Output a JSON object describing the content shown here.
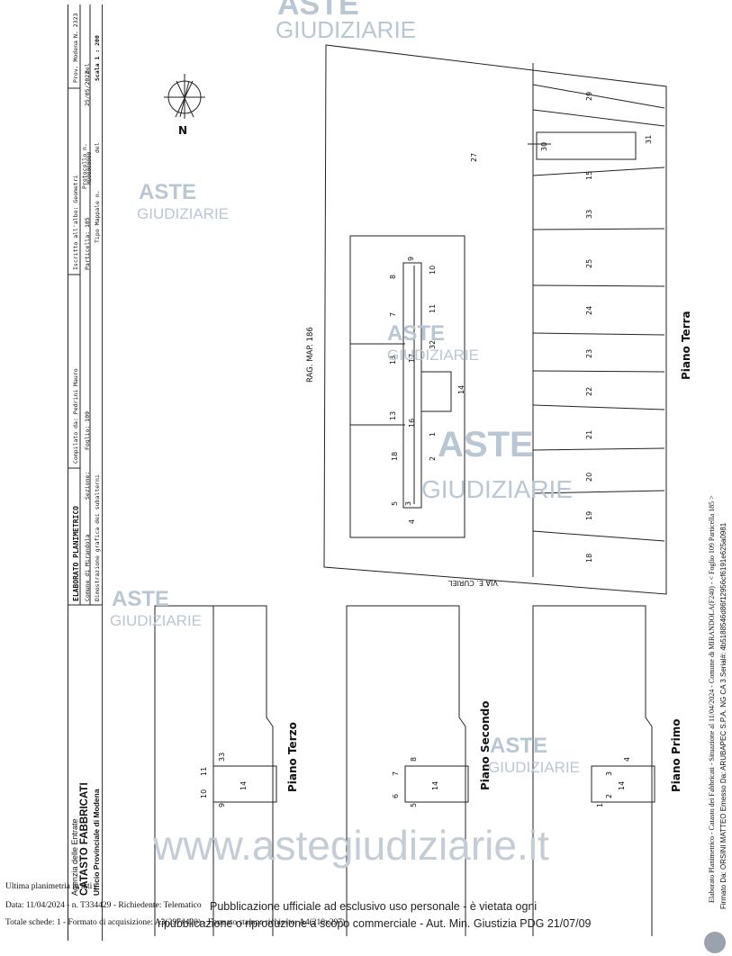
{
  "header": {
    "doc_title": "ELABORATO PLANIMETRICO",
    "compiled_by": "Compilato da: Pedrini Mauro",
    "registered": "Iscritto all'albo: Geometri",
    "province_label": "Prov. Modena",
    "number": "N. 2323",
    "comune": "Comune di Mirandola",
    "sezione": "Sezione:",
    "foglio": "Foglio: 109",
    "particella": "Particella: 185",
    "protocollo": "Protocollo n.",
    "protocollo_code": "MO00000000",
    "date": "25/05/2022",
    "del1": "del",
    "tipo_mappale": "Tipo Mappale n.",
    "del2": "del",
    "dimostrazione": "Dimostrazione grafica dei subalterni",
    "scala": "Scala 1 : 200"
  },
  "agency": {
    "line1": "Agenzia delle Entrate",
    "line2": "CATASTO FABBRICATI",
    "line3": "Ufficio Provinciale di  Modena"
  },
  "compass": {
    "label": "N"
  },
  "watermarks": {
    "aste": "ASTE",
    "giudiziarie": "GIUDIZIARIE",
    "site": "www.astegiudiziarie.it"
  },
  "ground_floor": {
    "title": "Piano Terra",
    "street": "VIA E. CURIEL",
    "neighbour": "RAG. MAP. 186",
    "court": "27",
    "garages": [
      "18",
      "19",
      "20",
      "21",
      "22",
      "23",
      "24",
      "25",
      "33",
      "15",
      "29",
      "30",
      "31"
    ],
    "building_subs": [
      "4",
      "5",
      "3",
      "18",
      "2",
      "13",
      "16",
      "1",
      "13",
      "17",
      "32",
      "7",
      "11",
      "8",
      "9",
      "10",
      "14"
    ]
  },
  "upper_floors": [
    {
      "title": "Piano Primo",
      "subs": [
        "1",
        "2",
        "3",
        "4",
        "14"
      ]
    },
    {
      "title": "Piano Secondo",
      "subs": [
        "5",
        "6",
        "7",
        "8",
        "14"
      ]
    },
    {
      "title": "Piano Terzo",
      "subs": [
        "9",
        "10",
        "11",
        "33",
        "14"
      ]
    }
  ],
  "footer": {
    "line1": "Ultima planimetria in atti",
    "line2": "Data: 11/04/2024 - n. T334429 - Richiedente: Telematico",
    "line3": "Totale schede: 1 - Formato di acquisizione: A3(297x420) - Formato stampa richiesto: A4(210x297)",
    "pub1": "Pubblicazione ufficiale ad esclusivo uso personale - è vietata ogni",
    "pub2": "ripubblicazione o riproduzione a scopo commerciale - Aut. Min. Giustizia PDG 21/07/09"
  },
  "side_notes": {
    "left": "Elaborato Planimetrico - Catasto dei Fabbricati - Situazione al 11/04/2024 - Comune di MIRANDOLA(F240) - < Foglio 109 Particella 185 >",
    "right": "Firmato Da: ORSINI MATTEO Emesso Da: ARUBAPEC S.P.A. NG CA 3 Serial#: 4b5188546d86f12956cf6191e625a0981"
  }
}
